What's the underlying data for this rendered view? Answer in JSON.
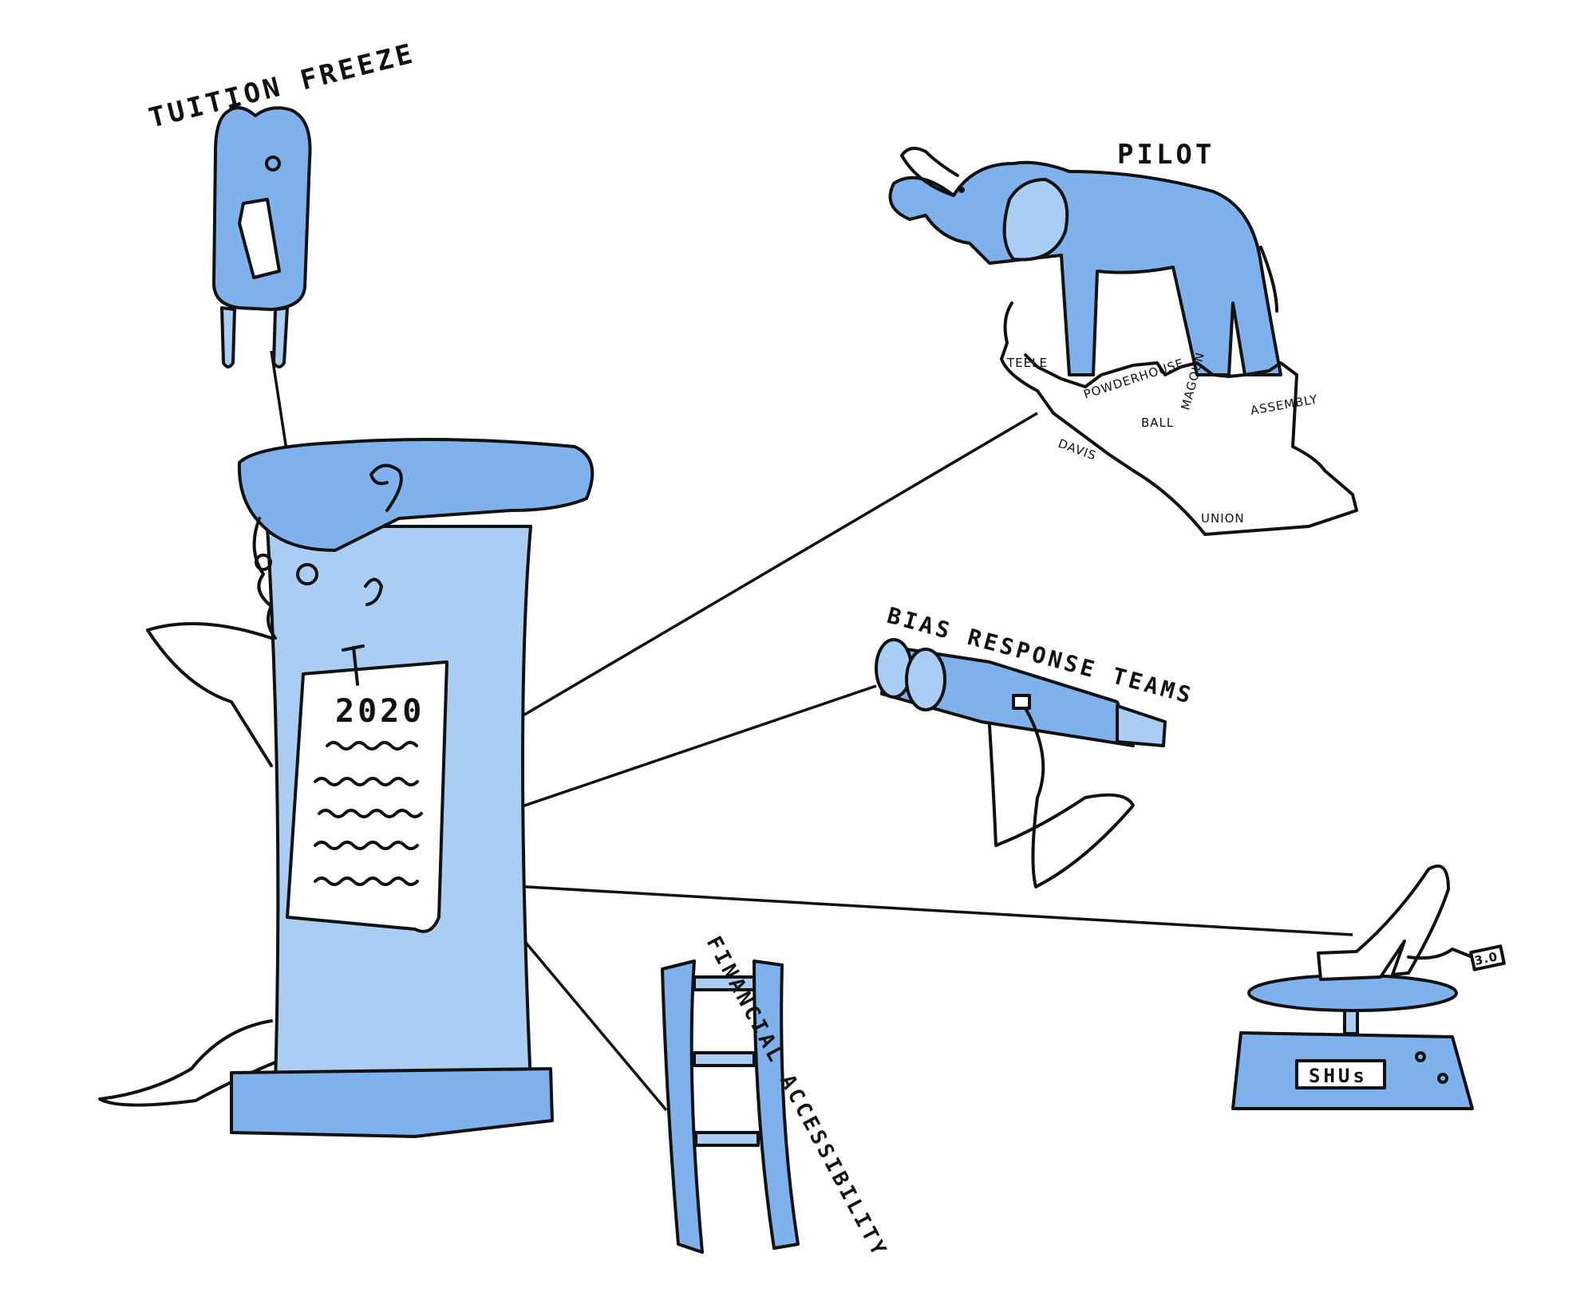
{
  "labels": {
    "tuition_freeze": "TUITION FREEZE",
    "pilot": "PILOT",
    "bias_response_teams": "BIAS RESPONSE TEAMS",
    "financial_accessibility": "FINANCIAL ACCESSIBILITY",
    "year": "2020",
    "scale_display": "SHUs",
    "price_tag": "3.0"
  },
  "map_labels": [
    "TEELE",
    "POWDERHOUSE",
    "BALL",
    "MAGOUN",
    "ASSEMBLY",
    "DAVIS",
    "UNION"
  ],
  "colors": {
    "wash": "#7fb2ec",
    "ink": "#111111"
  }
}
